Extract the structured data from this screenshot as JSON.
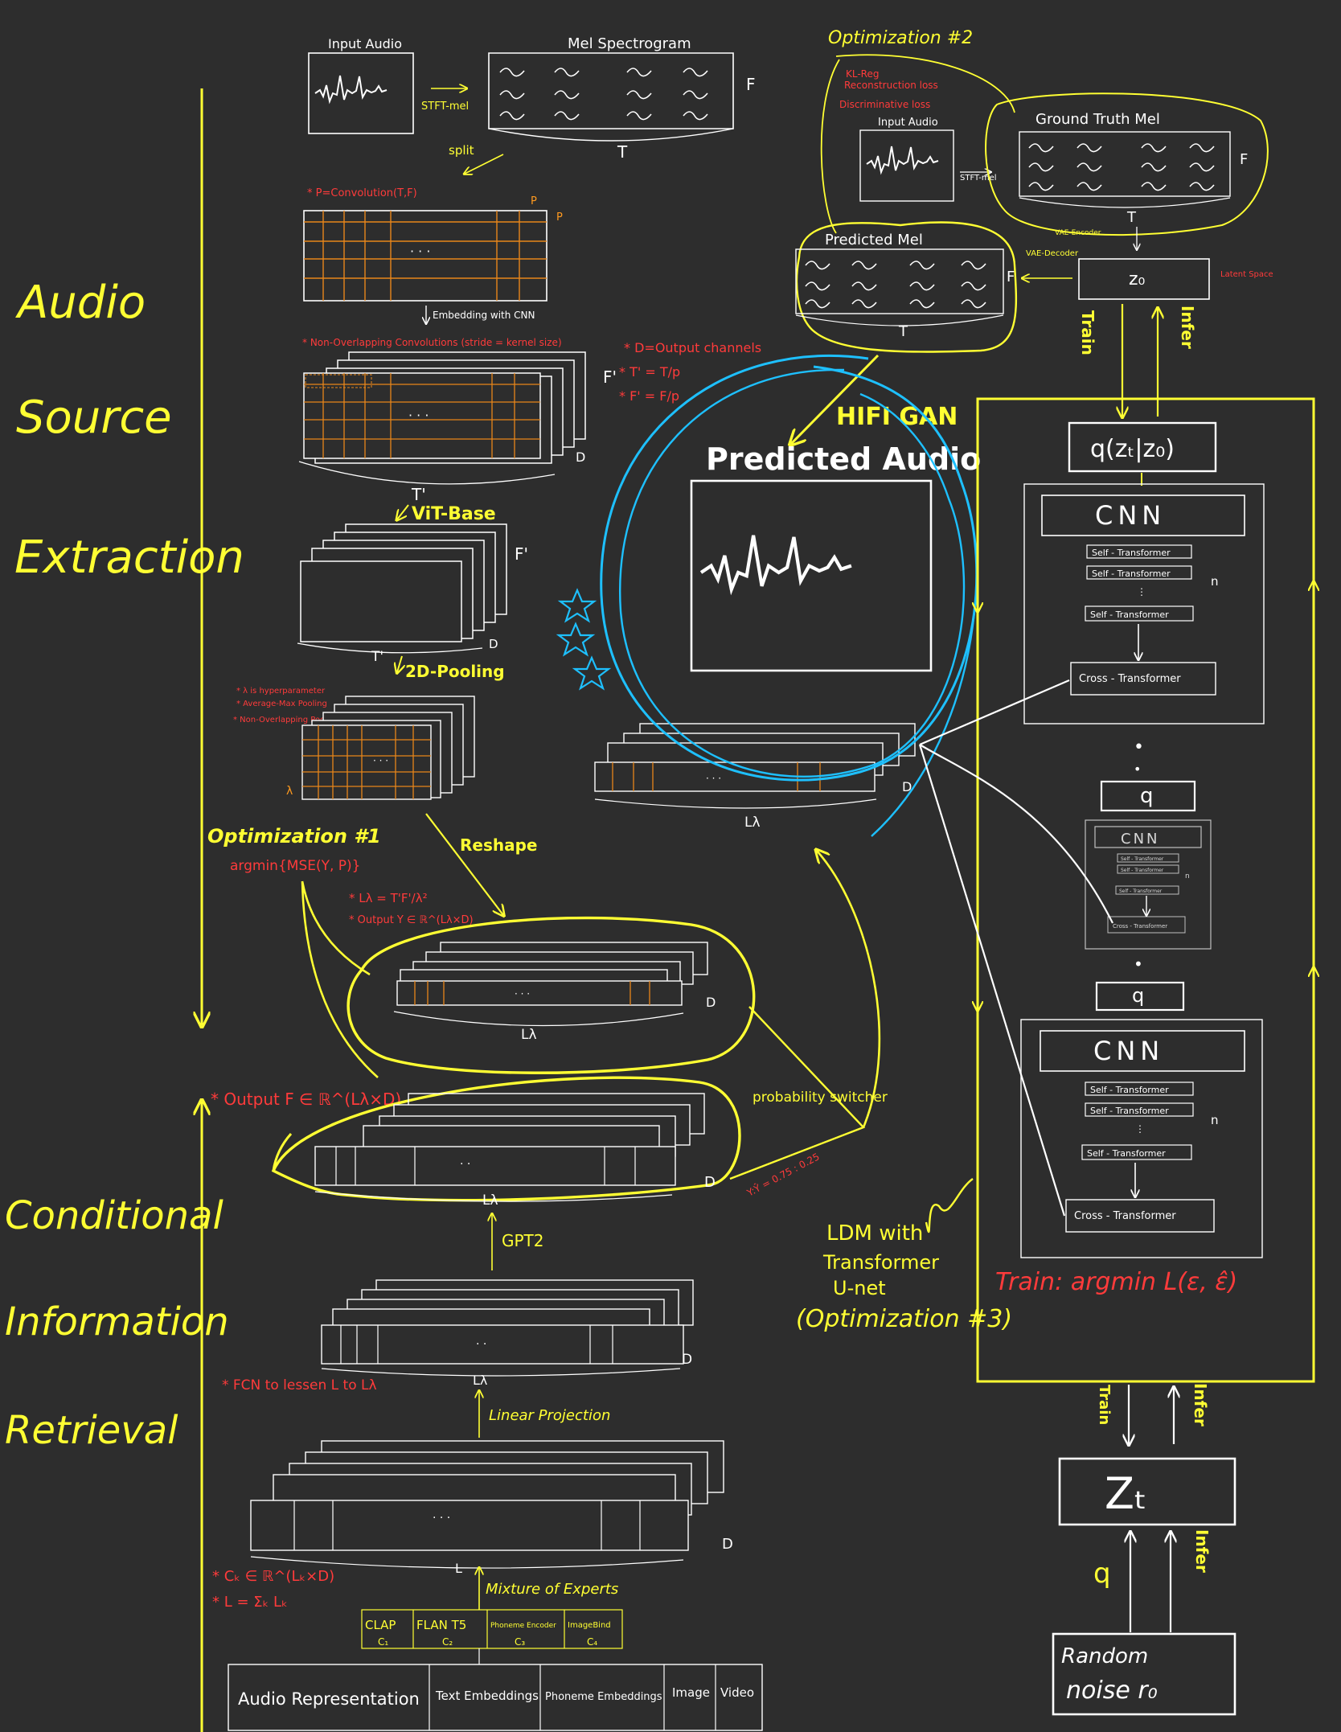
{
  "colors": {
    "background": "#2d2d2d",
    "highlight": "#ffff33",
    "ink": "#ffffff",
    "annotation": "#ff3b3b",
    "grid": "#e8861a",
    "emphasis": "#1ec0ff"
  },
  "sections": {
    "audio_source_extraction": [
      "Audio",
      "Source",
      "Extraction"
    ],
    "conditional_information_retrieval": [
      "Conditional",
      "Information",
      "Retrieval"
    ]
  },
  "pipeline": {
    "input_audio": "Input Audio",
    "stft_mel": "STFT-mel",
    "mel_spectrogram": "Mel Spectrogram",
    "axis_f": "F",
    "axis_t": "T",
    "split": "split",
    "patch_note": "* P=Convolution(T,F)",
    "patch_label": "P",
    "embedding_cnn": "Embedding with CNN",
    "non_overlap_note": "* Non-Overlapping Convolutions (stride = kernel size)",
    "d_note": "* D=Output channels",
    "t_prime_note": "* T' = T/p",
    "f_prime_note": "* F' = F/p",
    "f_prime": "F'",
    "t_prime": "T'",
    "d": "D",
    "vit_base": "ViT-Base",
    "pooling_2d": "2D-Pooling",
    "lambda_notes": [
      "* λ is hyperparameter",
      "* Average-Max Pooling",
      "* Non-Overlapping Pooling"
    ],
    "lambda": "λ",
    "reshape": "Reshape",
    "l_lambda": "Lλ",
    "opt1_title": "Optimization #1",
    "opt1_formula": "argmin{MSE(Y, P)}",
    "l_lambda_note": "* Lλ = T'F'/λ²",
    "output_y_note": "* Output Y ∈ ℝ^(Lλ×D)",
    "output_f_note": "* Output F ∈ ℝ^(Lλ×D)",
    "probability_switcher": "probability switcher",
    "ratio": "Y:Ŷ = 0.75 : 0.25"
  },
  "conditioning": {
    "gpt2": "GPT2",
    "fcn_note": "* FCN to lessen L to Lλ",
    "linear_projection": "Linear Projection",
    "l": "L",
    "mixture_of_experts": "Mixture of Experts",
    "ck_note": "* Cₖ ∈ ℝ^(Lₖ×D)",
    "l_sum_note": "* L = Σₖ Lₖ",
    "experts": [
      {
        "name": "CLAP",
        "sub": "C₁"
      },
      {
        "name": "FLAN T5",
        "sub": "C₂"
      },
      {
        "name": "Phoneme Encoder",
        "sub": "C₃"
      },
      {
        "name": "ImageBind",
        "sub": "C₄"
      }
    ],
    "inputs": [
      "Audio Representation",
      "Text Embeddings",
      "Phoneme Embeddings",
      "Image",
      "Video"
    ]
  },
  "vocoder": {
    "hifi_gan": "HIFI GAN",
    "predicted_audio": "Predicted Audio",
    "opt2_title": "Optimization #2",
    "opt2_losses": [
      "KL-Reg",
      "Reconstruction loss",
      "Discriminative loss"
    ],
    "input_audio": "Input Audio",
    "stft_mel": "STFT-mel",
    "ground_truth_mel": "Ground Truth Mel",
    "predicted_mel": "Predicted Mel",
    "vae_encoder": "VAE-Encoder",
    "vae_decoder": "VAE-Decoder",
    "z0": "z₀",
    "latent_space": "Latent Space",
    "train": "Train",
    "infer": "Infer"
  },
  "ldm": {
    "q_posterior": "q(zₜ|z₀)",
    "q": "q",
    "cnn": "CNN",
    "self_transformer": "Self - Transformer",
    "cross_transformer": "Cross - Transformer",
    "n": "n",
    "dot": "•",
    "caption": [
      "LDM with",
      "Transformer",
      "U-net",
      "(Optimization #3)"
    ],
    "train_objective": "Train: argmin L(ε, ε̂)",
    "zt": "Zₜ",
    "random_noise": [
      "Random",
      "noise r₀"
    ],
    "train": "Train",
    "infer": "Infer"
  }
}
